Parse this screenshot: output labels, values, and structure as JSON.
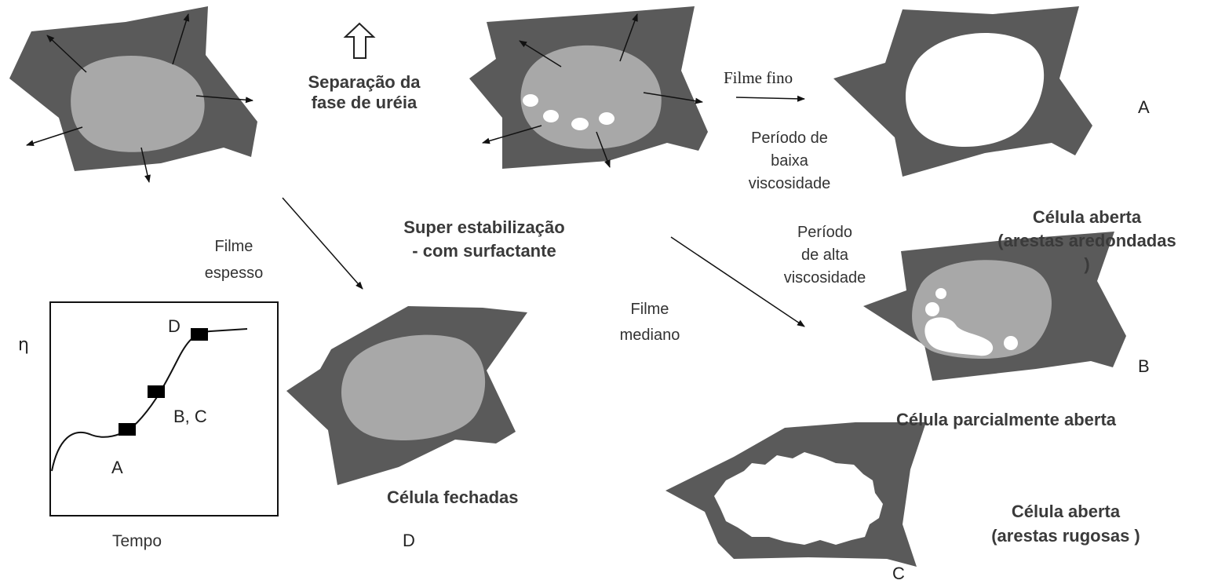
{
  "colors": {
    "cell_wall": "#5a5a5a",
    "cell_interior": "#a8a8a8",
    "open_void": "#ffffff",
    "text": "#333333"
  },
  "labels": {
    "phase_separation": [
      "Separação da",
      "fase de uréia"
    ],
    "thin_film": "Filme fino",
    "low_viscosity": [
      "Período de",
      "baixa",
      "viscosidade"
    ],
    "super_stabilization": [
      "Super estabilização",
      "- com surfactante"
    ],
    "thick_film": [
      "Filme",
      "espesso"
    ],
    "high_viscosity": [
      "Período",
      "de alta",
      "viscosidade"
    ],
    "medium_film": [
      "Filme",
      "mediano"
    ],
    "open_cell_rounded": [
      "Célula aberta",
      "(arestas aredondadas",
      ")"
    ],
    "partially_open_cell": "Célula parcialmente aberta",
    "closed_cells": "Célula fechadas",
    "open_cell_rough": [
      "Célula aberta",
      "(arestas rugosas )"
    ],
    "letter_a": "A",
    "letter_b": "B",
    "letter_c": "C",
    "letter_d": "D"
  },
  "graph": {
    "y_label": "η",
    "x_label": "Tempo",
    "points": [
      {
        "label": "A"
      },
      {
        "label": "B, C"
      },
      {
        "label": "D"
      }
    ]
  }
}
